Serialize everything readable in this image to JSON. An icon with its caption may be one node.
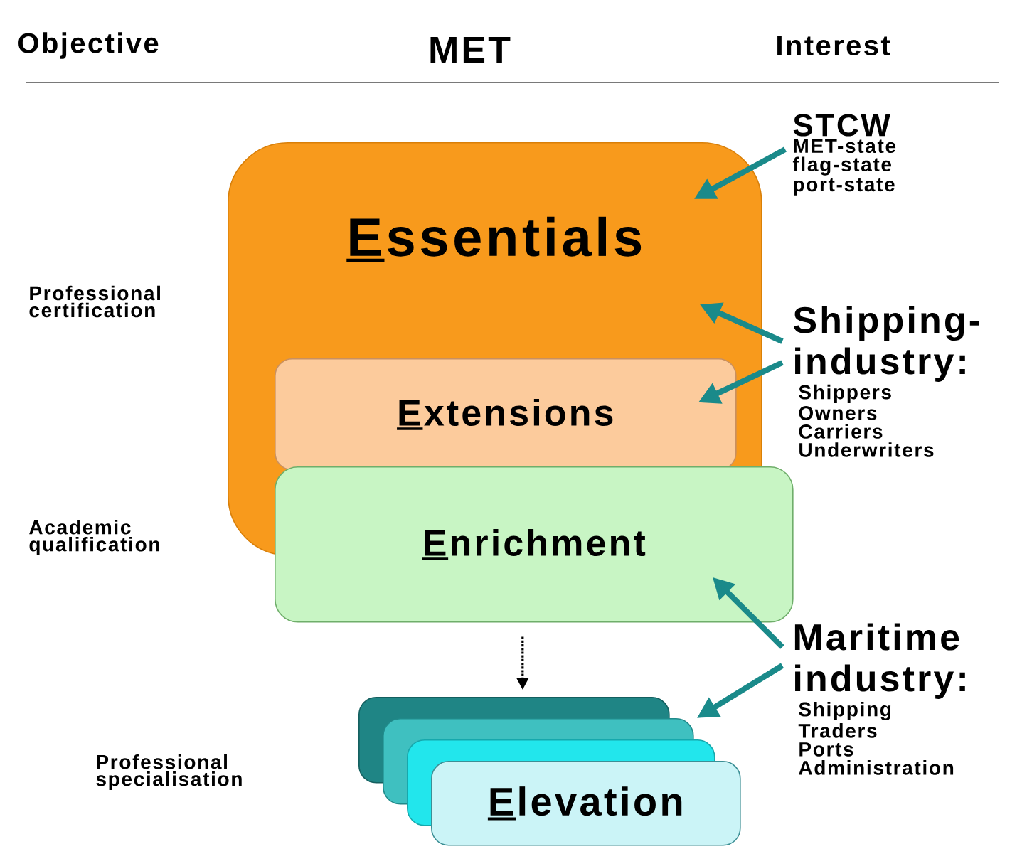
{
  "diagram": {
    "title": "MET",
    "nodes": [
      {
        "text": [
          "Essentials"
        ]
      },
      {
        "text": [
          "Extensions"
        ],
        "in": 0
      },
      {
        "text": [
          "Enrichment"
        ]
      },
      {
        "text": [],
        "shape": "box"
      },
      {
        "text": [],
        "shape": "box"
      },
      {
        "text": [],
        "shape": "box"
      },
      {
        "text": [
          "Elevation"
        ]
      },
      {
        "text": [
          "STCW",
          "MET-state",
          "flag-state",
          "port-state"
        ]
      },
      {
        "text": [
          "Shipping-industry:",
          "Shippers",
          "Owners",
          "Carriers",
          "Underwriters"
        ]
      },
      {
        "text": [
          "Maritime industry:",
          "Shipping",
          "Traders",
          "Ports",
          "Administration"
        ]
      }
    ],
    "edges": [
      {
        "from": 7,
        "to": 0,
        "arrow": "to"
      },
      {
        "from": 8,
        "to": 0,
        "arrow": "to"
      },
      {
        "from": 8,
        "to": 1,
        "arrow": "to"
      },
      {
        "from": 9,
        "to": 2,
        "arrow": "to"
      },
      {
        "from": 9,
        "to": 4,
        "arrow": "to"
      },
      {
        "from": 2,
        "to": 3,
        "arrow": "to",
        "style": "dashed",
        "color": "#000000"
      }
    ],
    "labels": [
      "Objective",
      "Interest",
      "Professional certification",
      "Academic qualification",
      "Professional specialisation"
    ]
  }
}
